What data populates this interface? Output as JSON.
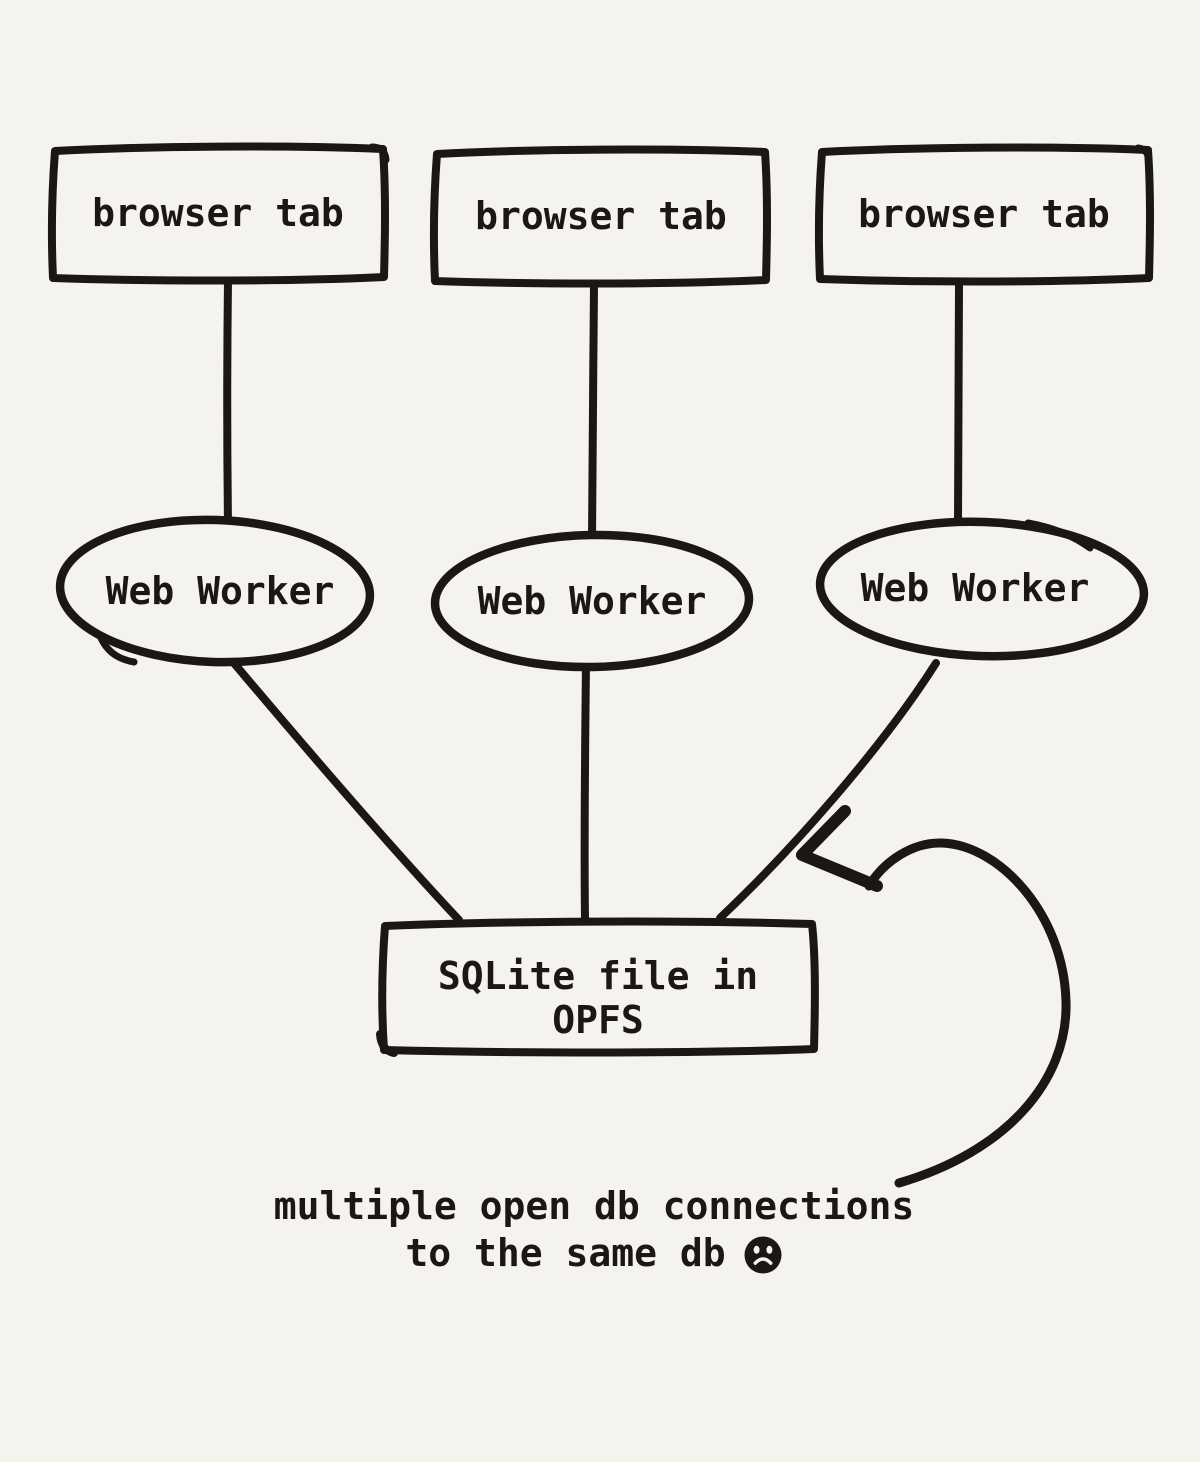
{
  "colors": {
    "background": "#f5f3ee",
    "ink": "#1b1813"
  },
  "nodes": {
    "tabs": [
      {
        "label": "browser tab"
      },
      {
        "label": "browser tab"
      },
      {
        "label": "browser tab"
      }
    ],
    "workers": [
      {
        "label": "Web Worker"
      },
      {
        "label": "Web Worker"
      },
      {
        "label": "Web Worker"
      }
    ],
    "database": {
      "line1": "SQLite file in",
      "line2": "OPFS"
    }
  },
  "caption": {
    "line1": "multiple open db connections",
    "line2": "to the same db",
    "emoji": "frowning-face"
  },
  "connections": [
    "browser tab 1 - web worker 1",
    "browser tab 2 - web worker 2",
    "browser tab 3 - web worker 3",
    "web worker 1 - sqlite file in opfs",
    "web worker 2 - sqlite file in opfs",
    "web worker 3 - sqlite file in opfs"
  ]
}
